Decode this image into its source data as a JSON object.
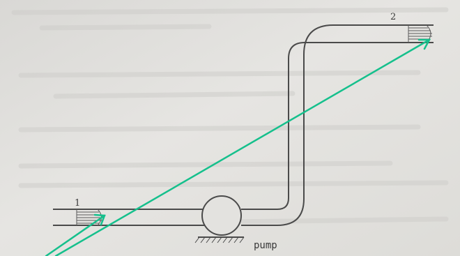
{
  "diagram": {
    "section_1_label": "1",
    "section_2_label": "2",
    "pump_label": "pump"
  },
  "colors": {
    "background": "#e3e2df",
    "pipe_stroke": "#4a4a4a",
    "arrow": "#15c08c",
    "hatch": "#5a5a5a"
  }
}
